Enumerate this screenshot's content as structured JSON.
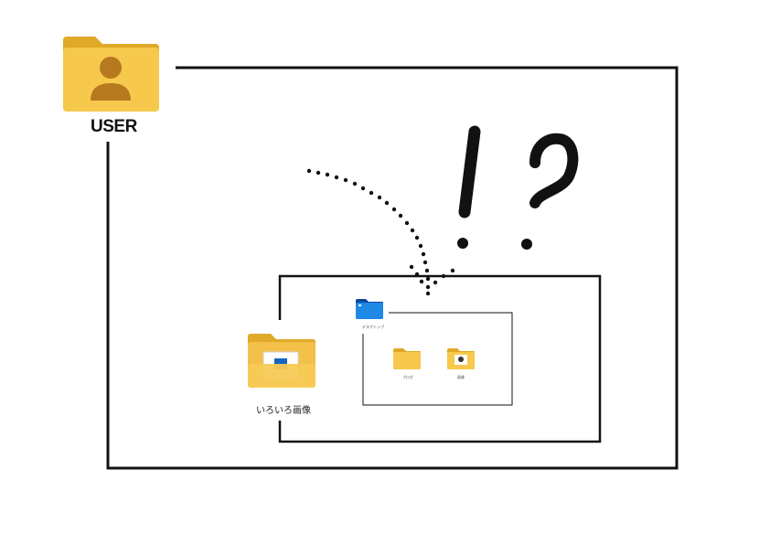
{
  "folders": {
    "user": {
      "label": "USER",
      "icon": "user-folder-icon"
    },
    "images": {
      "label": "いろいろ画像",
      "icon": "image-folder-icon"
    },
    "desktop": {
      "label": "デスクトップ",
      "icon": "desktop-folder-icon"
    },
    "blog": {
      "label": "ブログ",
      "icon": "folder-icon"
    },
    "photos": {
      "label": "画像",
      "icon": "photo-folder-icon"
    }
  },
  "annotation": {
    "text": "!?"
  },
  "colors": {
    "folder_yellow": "#F5C542",
    "folder_yellow_dark": "#E0A928",
    "folder_blue": "#1E88E5",
    "line": "#111111"
  }
}
